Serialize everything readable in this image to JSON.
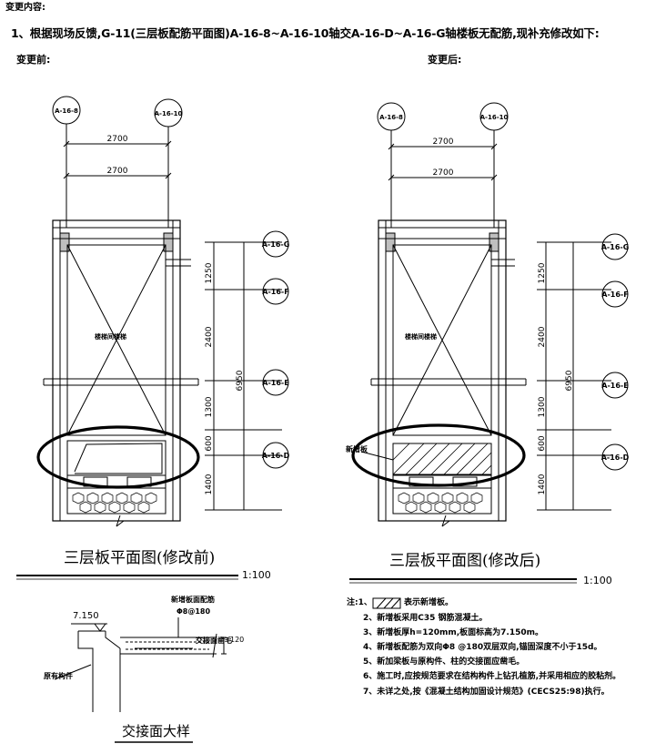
{
  "header": {
    "title": "变更内容:",
    "line1": "1、根据现场反馈,G-11(三层板配筋平面图)A-16-8~A-16-10轴交A-16-D~A-16-G轴楼板无配筋,现补充修改如下:",
    "before_label": "变更前:",
    "after_label": "变更后:"
  },
  "left_plan": {
    "axes_top": [
      "A-16-8",
      "A-16-10"
    ],
    "axes_right": [
      "A-16-G",
      "A-16-F",
      "A-16-E",
      "A-16-D"
    ],
    "dims_top": [
      "2700",
      "2700"
    ],
    "dims_right": [
      "1250",
      "2400",
      "1300",
      "600",
      "1400"
    ],
    "dim_total": "6950",
    "room_label": "楼梯间楼梯",
    "caption": "三层板平面图(修改前)",
    "scale": "1:100"
  },
  "right_plan": {
    "axes_top": [
      "A-16-8",
      "A-16-10"
    ],
    "axes_right": [
      "A-16-G",
      "A-16-F",
      "A-16-E",
      "A-16-D"
    ],
    "dims_top": [
      "2700",
      "2700"
    ],
    "dims_right": [
      "1250",
      "2400",
      "1300",
      "600",
      "1400"
    ],
    "dim_total": "6950",
    "room_label": "楼梯间楼梯",
    "new_label": "新增板",
    "caption": "三层板平面图(修改后)",
    "scale": "1:100"
  },
  "detail": {
    "elevation": "7.150",
    "rebar_label1": "新增板面配筋",
    "rebar_label2": "Φ8@180",
    "stair_label": "交接面凿毛",
    "beam_label": "原有构件",
    "thickness": "120",
    "caption": "交接面大样"
  },
  "notes": {
    "lead": "注:1、",
    "n1": "表示新增板。",
    "n2": "2、新增板采用C35 钢筋混凝土。",
    "n3": "3、新增板厚h=120mm,板面标高为7.150m。",
    "n4": "4、新增板配筋为双向Φ8 @180双层双向,锚固深度不小于15d。",
    "n5": "5、新加梁板与原构件、柱的交接面应凿毛。",
    "n6": "6、施工时,应按规范要求在结构构件上钻孔植筋,并采用相应的胶粘剂。",
    "n7": "7、未详之处,按《混凝土结构加固设计规范》(CECS25:98)执行。"
  }
}
